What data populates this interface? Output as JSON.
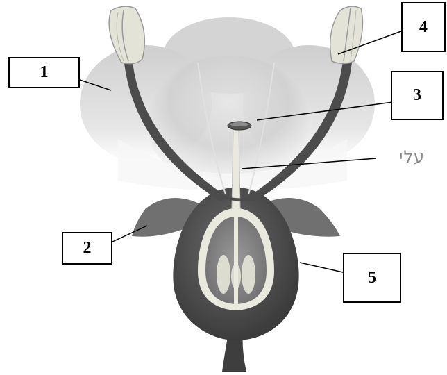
{
  "diagram": {
    "labels": [
      {
        "id": "1",
        "text": "1"
      },
      {
        "id": "2",
        "text": "2"
      },
      {
        "id": "3",
        "text": "3"
      },
      {
        "id": "4",
        "text": "4"
      },
      {
        "id": "5",
        "text": "5"
      }
    ],
    "annotation": "עלי",
    "colors": {
      "petal": "#d2d2d2",
      "ovary": "#555555",
      "sepal": "#6e6e6e",
      "filament": "#4a4a4a",
      "anther": "#e2e2d6",
      "ovule": "#dcdcd0"
    }
  }
}
